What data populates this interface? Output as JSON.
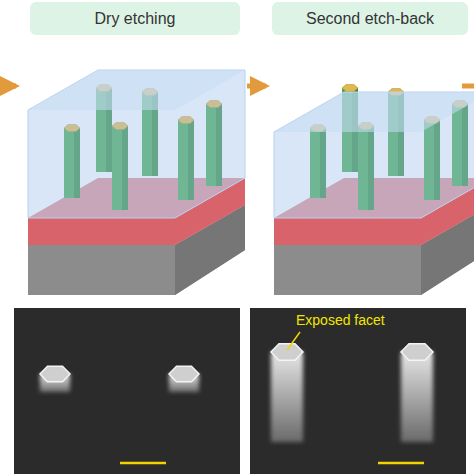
{
  "diagram": {
    "nodes": [
      {
        "text": [
          "Dry etching"
        ]
      },
      {
        "text": [
          "Second etch-back"
        ]
      }
    ],
    "labels": [
      "Exposed facet"
    ]
  }
}
